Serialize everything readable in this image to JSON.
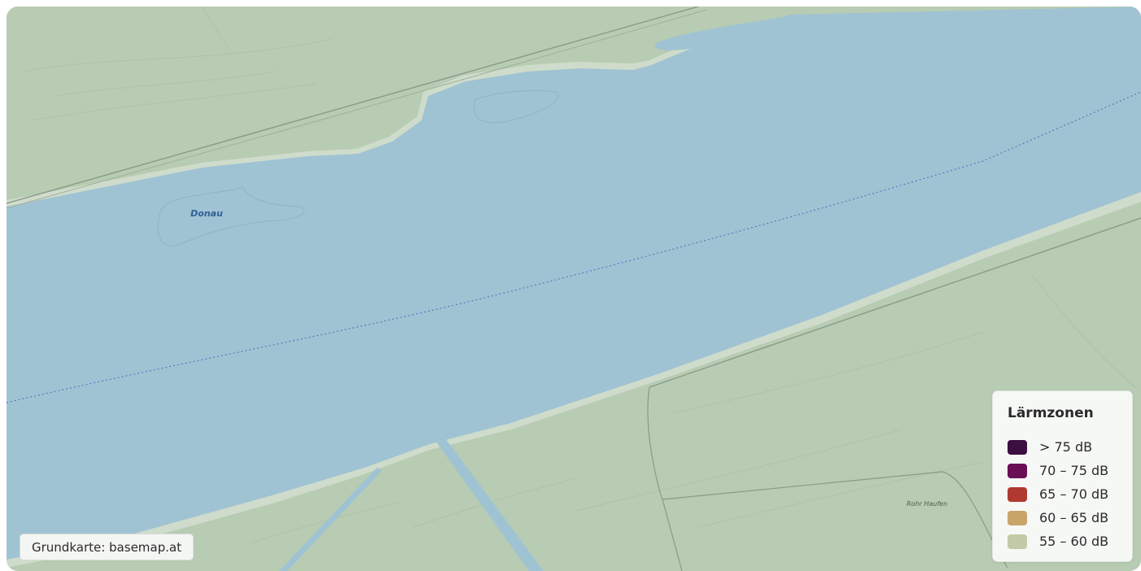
{
  "map": {
    "water_label": "Donau",
    "place_label": "Rohr Haufen",
    "colors": {
      "land": "#b7ccb2",
      "water": "#a0c3d3",
      "shore": "#cfdccb",
      "road": "#8a9a88",
      "waterway_line": "#4a7fc1"
    }
  },
  "legend": {
    "title": "Lärmzonen",
    "items": [
      {
        "label": "> 75 dB",
        "color": "#3b0f3f"
      },
      {
        "label": "70 – 75 dB",
        "color": "#6a0f55"
      },
      {
        "label": "65 – 70 dB",
        "color": "#b03a31"
      },
      {
        "label": "60 – 65 dB",
        "color": "#c9a469"
      },
      {
        "label": "55 – 60 dB",
        "color": "#c2cba5"
      }
    ]
  },
  "attribution": {
    "text": "Grundkarte: basemap.at"
  }
}
